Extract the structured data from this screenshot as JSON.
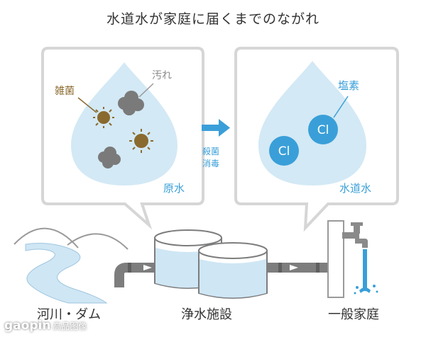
{
  "title": "水道水が家庭に届くまでのながれ",
  "left_panel": {
    "label_germs": "雑菌",
    "label_dirt": "汚れ",
    "label_raw_water": "原水"
  },
  "arrow_label": {
    "line1": "殺菌",
    "line2": "消毒"
  },
  "right_panel": {
    "label_chlorine": "塩素",
    "chlorine_symbol": "Cl",
    "label_tap_water": "水道水"
  },
  "bottom_labels": {
    "river_dam": "河川・ダム",
    "purification": "浄水施設",
    "household": "一般家庭"
  },
  "watermark": {
    "brand": "gaopin",
    "sub": "高品图像"
  },
  "colors": {
    "drop": "#d3e9f5",
    "blue": "#3a9fd8",
    "panel_border": "#d6d6d6",
    "germ": "#8a6a2e",
    "dirt": "#7a7a7a",
    "pipe": "#7d7d7d",
    "river": "#cfe6f4",
    "tank_water": "#cfe6f4"
  }
}
